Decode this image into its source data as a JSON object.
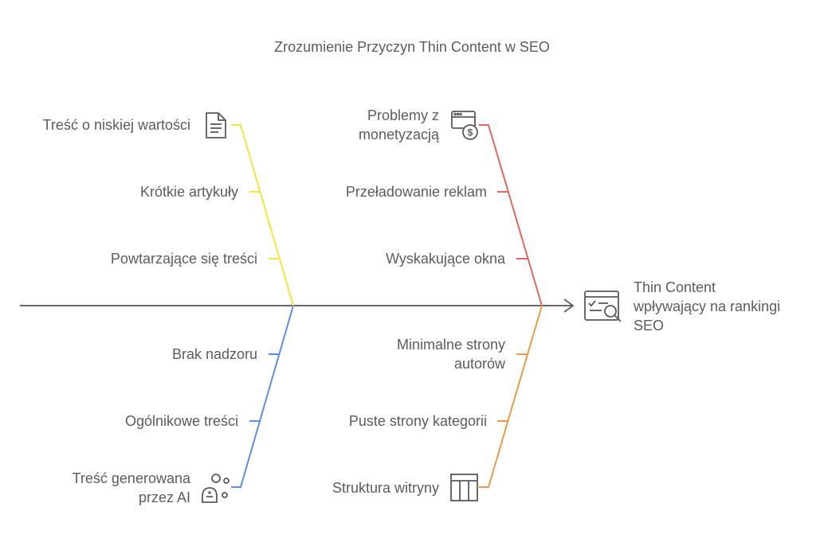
{
  "title": "Zrozumienie Przyczyn Thin Content w SEO",
  "effect": [
    "Thin Content",
    "wpływający na rankingi",
    "SEO"
  ],
  "categories": [
    {
      "id": "content",
      "color": "#f1e63a",
      "icon": "document-icon",
      "causes": [
        [
          "Treść o niskiej wartości"
        ],
        [
          "Krótkie artykuły"
        ],
        [
          "Powtarzające się treści"
        ]
      ]
    },
    {
      "id": "monetization",
      "color": "#e4675f",
      "icon": "money-browser-icon",
      "causes": [
        [
          "Problemy z",
          "monetyzacją"
        ],
        [
          "Przeładowanie reklam"
        ],
        [
          "Wyskakujące okna"
        ]
      ]
    },
    {
      "id": "oversight",
      "color": "#5b8ee8",
      "icon": "ai-bot-icon",
      "causes": [
        [
          "Brak nadzoru"
        ],
        [
          "Ogólnikowe treści"
        ],
        [
          "Treść generowana",
          "przez AI"
        ]
      ]
    },
    {
      "id": "structure",
      "color": "#ee9a45",
      "icon": "table-structure-icon",
      "causes": [
        [
          "Minimalne strony",
          "autorów"
        ],
        [
          "Puste strony kategorii"
        ],
        [
          "Struktura witryny"
        ]
      ]
    }
  ],
  "colors": {
    "spine": "#666666",
    "text": "#5c5c5c",
    "icon": "#5a5a5a"
  }
}
